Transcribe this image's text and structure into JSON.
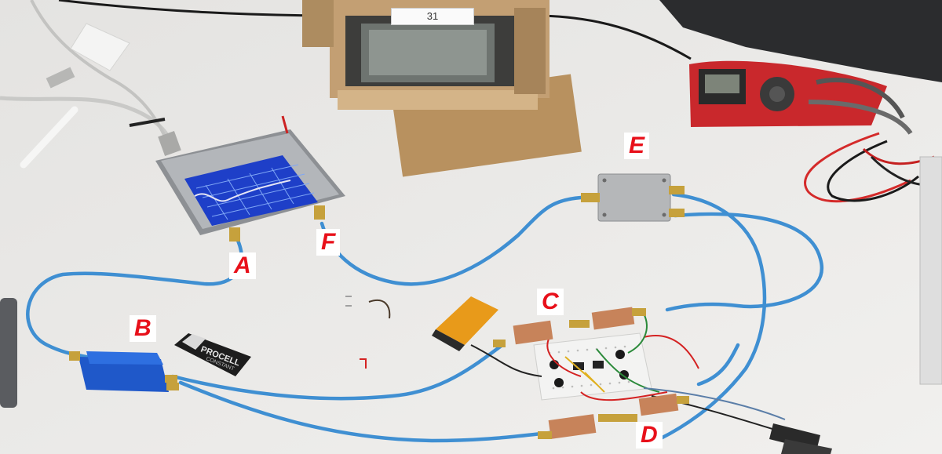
{
  "labels": {
    "A": "A",
    "B": "B",
    "C": "C",
    "D": "D",
    "E": "E",
    "F": "F"
  },
  "box_number": "31",
  "battery_brand": "PROCELL",
  "battery_sub": "CONSTANT",
  "colors": {
    "label_text": "#e8101a",
    "cable": "#3f8fd2",
    "desk": "#ecebe9",
    "cardboard": "#bf9a6c",
    "multimeter": "#c8282c",
    "vna_screen": "#1e3fc8"
  }
}
